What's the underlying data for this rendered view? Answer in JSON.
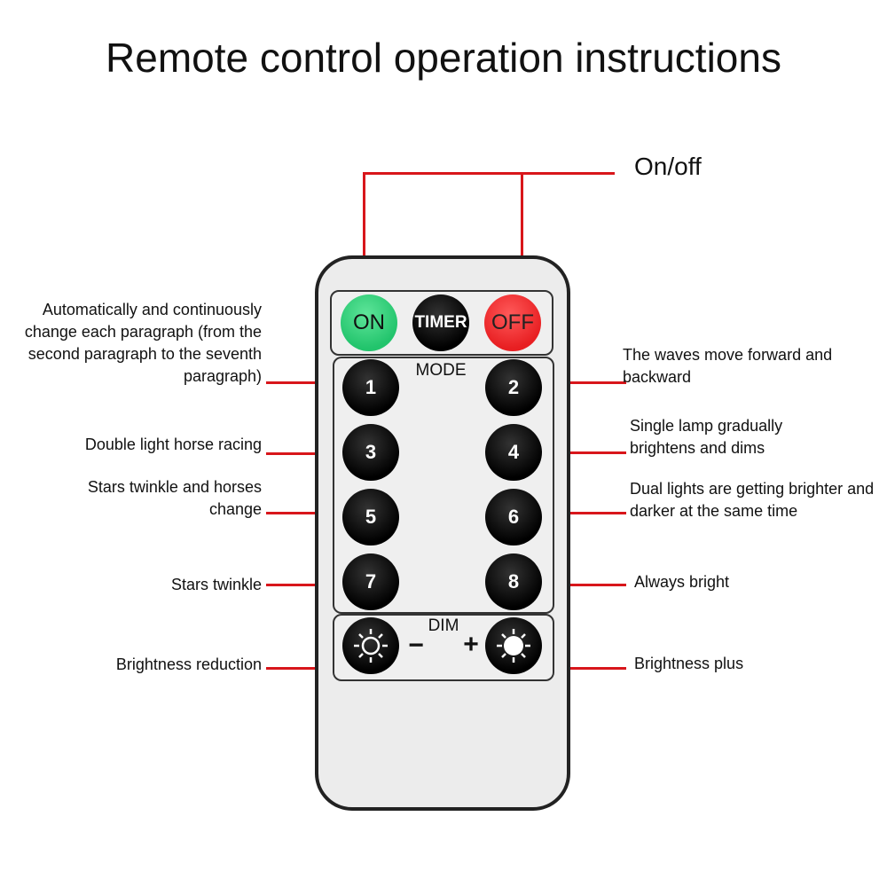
{
  "title": "Remote control operation instructions",
  "remote": {
    "power_buttons": [
      {
        "label": "ON",
        "color": "#2ed07a"
      },
      {
        "label": "TIMER",
        "color": "#000000"
      },
      {
        "label": "OFF",
        "color": "#f0272a"
      }
    ],
    "mode_label": "MODE",
    "mode_buttons": [
      "1",
      "2",
      "3",
      "4",
      "5",
      "6",
      "7",
      "8"
    ],
    "dim_label": "DIM",
    "minus": "−",
    "plus": "+"
  },
  "annotations": {
    "on_off": "On/off",
    "left": [
      "Automatically and continuously change each paragraph (from the second paragraph to the seventh paragraph)",
      "Double light horse racing",
      "Stars twinkle and horses change",
      "Stars twinkle",
      "Brightness reduction"
    ],
    "right": [
      "The waves move forward and backward",
      "Single lamp gradually brightens and dims",
      "Dual lights are getting brighter and darker at the same time",
      "Always bright",
      "Brightness plus"
    ]
  },
  "line_color": "#d8161b"
}
